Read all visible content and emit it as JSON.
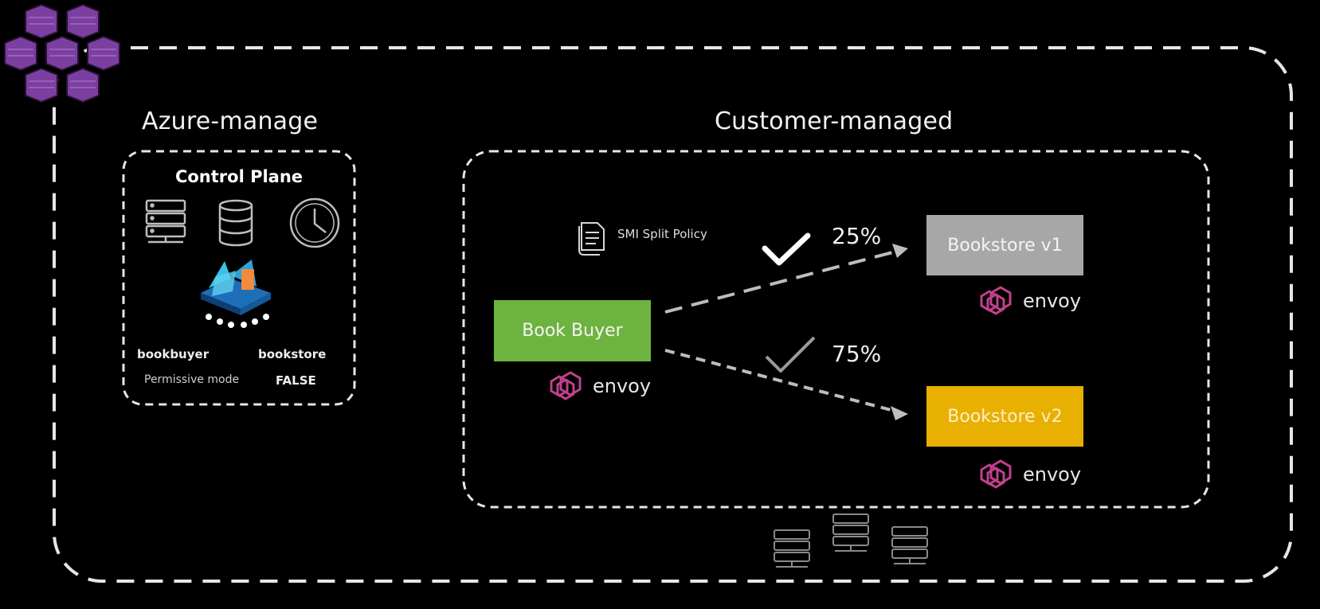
{
  "sections": {
    "azure_title": "Azure-manage",
    "customer_title": "Customer-managed"
  },
  "control_plane": {
    "title": "Control Plane",
    "service_left": "bookbuyer",
    "service_right": "bookstore",
    "setting_label": "Permissive mode",
    "setting_value": "FALSE"
  },
  "policy": {
    "label": "SMI Split Policy"
  },
  "nodes": {
    "buyer": "Book Buyer",
    "store_v1": "Bookstore v1",
    "store_v2": "Bookstore v2"
  },
  "traffic": {
    "v1_pct": "25%",
    "v2_pct": "75%"
  },
  "sidecar_label": "envoy",
  "colors": {
    "buyer": "#6db33f",
    "store_v1": "#a7a7a7",
    "store_v2": "#e8b000",
    "envoy": "#c2408c",
    "kube": "#7b3fa0"
  },
  "icons": [
    "kubernetes-logo",
    "server-icon",
    "database-icon",
    "clock-icon",
    "control-plane-illustration",
    "document-icon",
    "checkmark-icon",
    "envoy-logo"
  ]
}
